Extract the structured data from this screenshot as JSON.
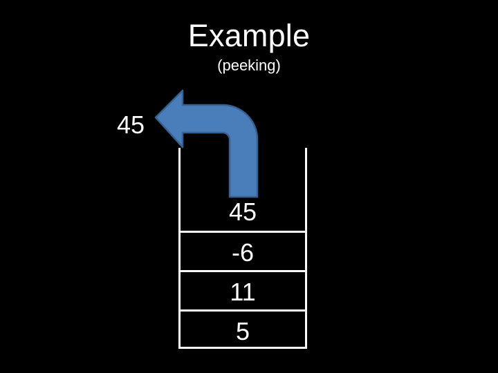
{
  "slide": {
    "title": "Example",
    "subtitle": "(peeking)",
    "background_color": "#000000",
    "text_color": "#ffffff"
  },
  "peek": {
    "label": "45",
    "arrow": {
      "name": "curved-left-arrow",
      "fill_color": "#4a7ebb",
      "stroke_color": "#37618f",
      "direction": "left"
    }
  },
  "stack": {
    "border_color": "#ffffff",
    "open_top": true,
    "cells": [
      {
        "value": "45",
        "top": true
      },
      {
        "value": "-6",
        "top": false
      },
      {
        "value": "11",
        "top": false
      },
      {
        "value": "5",
        "top": false
      }
    ]
  }
}
